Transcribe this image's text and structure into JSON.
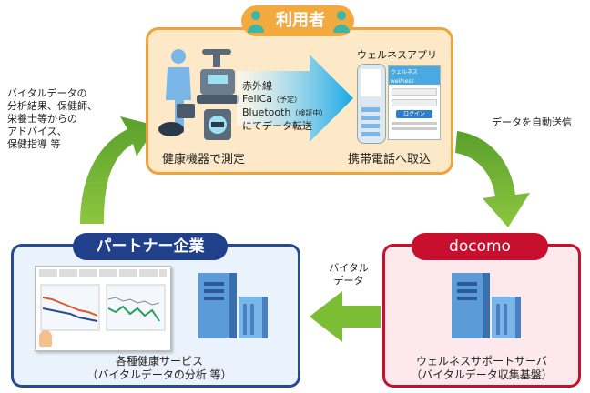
{
  "user_section": {
    "title": "利用者",
    "transfer_text": [
      "赤外線",
      "FeliCa",
      "（予定）",
      "Bluetooth",
      "（検証中）",
      "にてデータ転送"
    ],
    "left_caption": "健康機器で測定",
    "app_label": "ウェルネスアプリ",
    "right_caption": "携帯電話へ取込",
    "phone_screen": {
      "brand_main": "ウェルネス",
      "brand_sub": "wellness",
      "button": "ログイン"
    }
  },
  "left_annotation": [
    "バイタルデータの",
    "分析結果、保健師、",
    "栄養士等からの",
    "アドバイス、",
    "保健指導 等"
  ],
  "right_annotation": "データを自動送信",
  "middle_annotation": [
    "バイタル",
    "データ"
  ],
  "partner_section": {
    "title": "パートナー企業",
    "caption": [
      "各種健康サービス",
      "（バイタルデータの分析 等）"
    ]
  },
  "docomo_section": {
    "title": "docomo",
    "caption": [
      "ウェルネスサポートサーバ",
      "（バイタルデータ収集基盤）"
    ]
  },
  "colors": {
    "user_bg": "#fde9c8",
    "user_border": "#f0a23c",
    "partner_bg": "#eaf3fb",
    "partner_border": "#2a4a8f",
    "docomo_bg": "#fde8ec",
    "docomo_border": "#c8102e",
    "arrow_green": "#7cbd35"
  },
  "icons": [
    "person-icon",
    "scale-icon",
    "blood-pressure-monitor-icon",
    "pedometer-icon",
    "mobile-phone-icon",
    "server-icon",
    "report-sheet-icon"
  ]
}
